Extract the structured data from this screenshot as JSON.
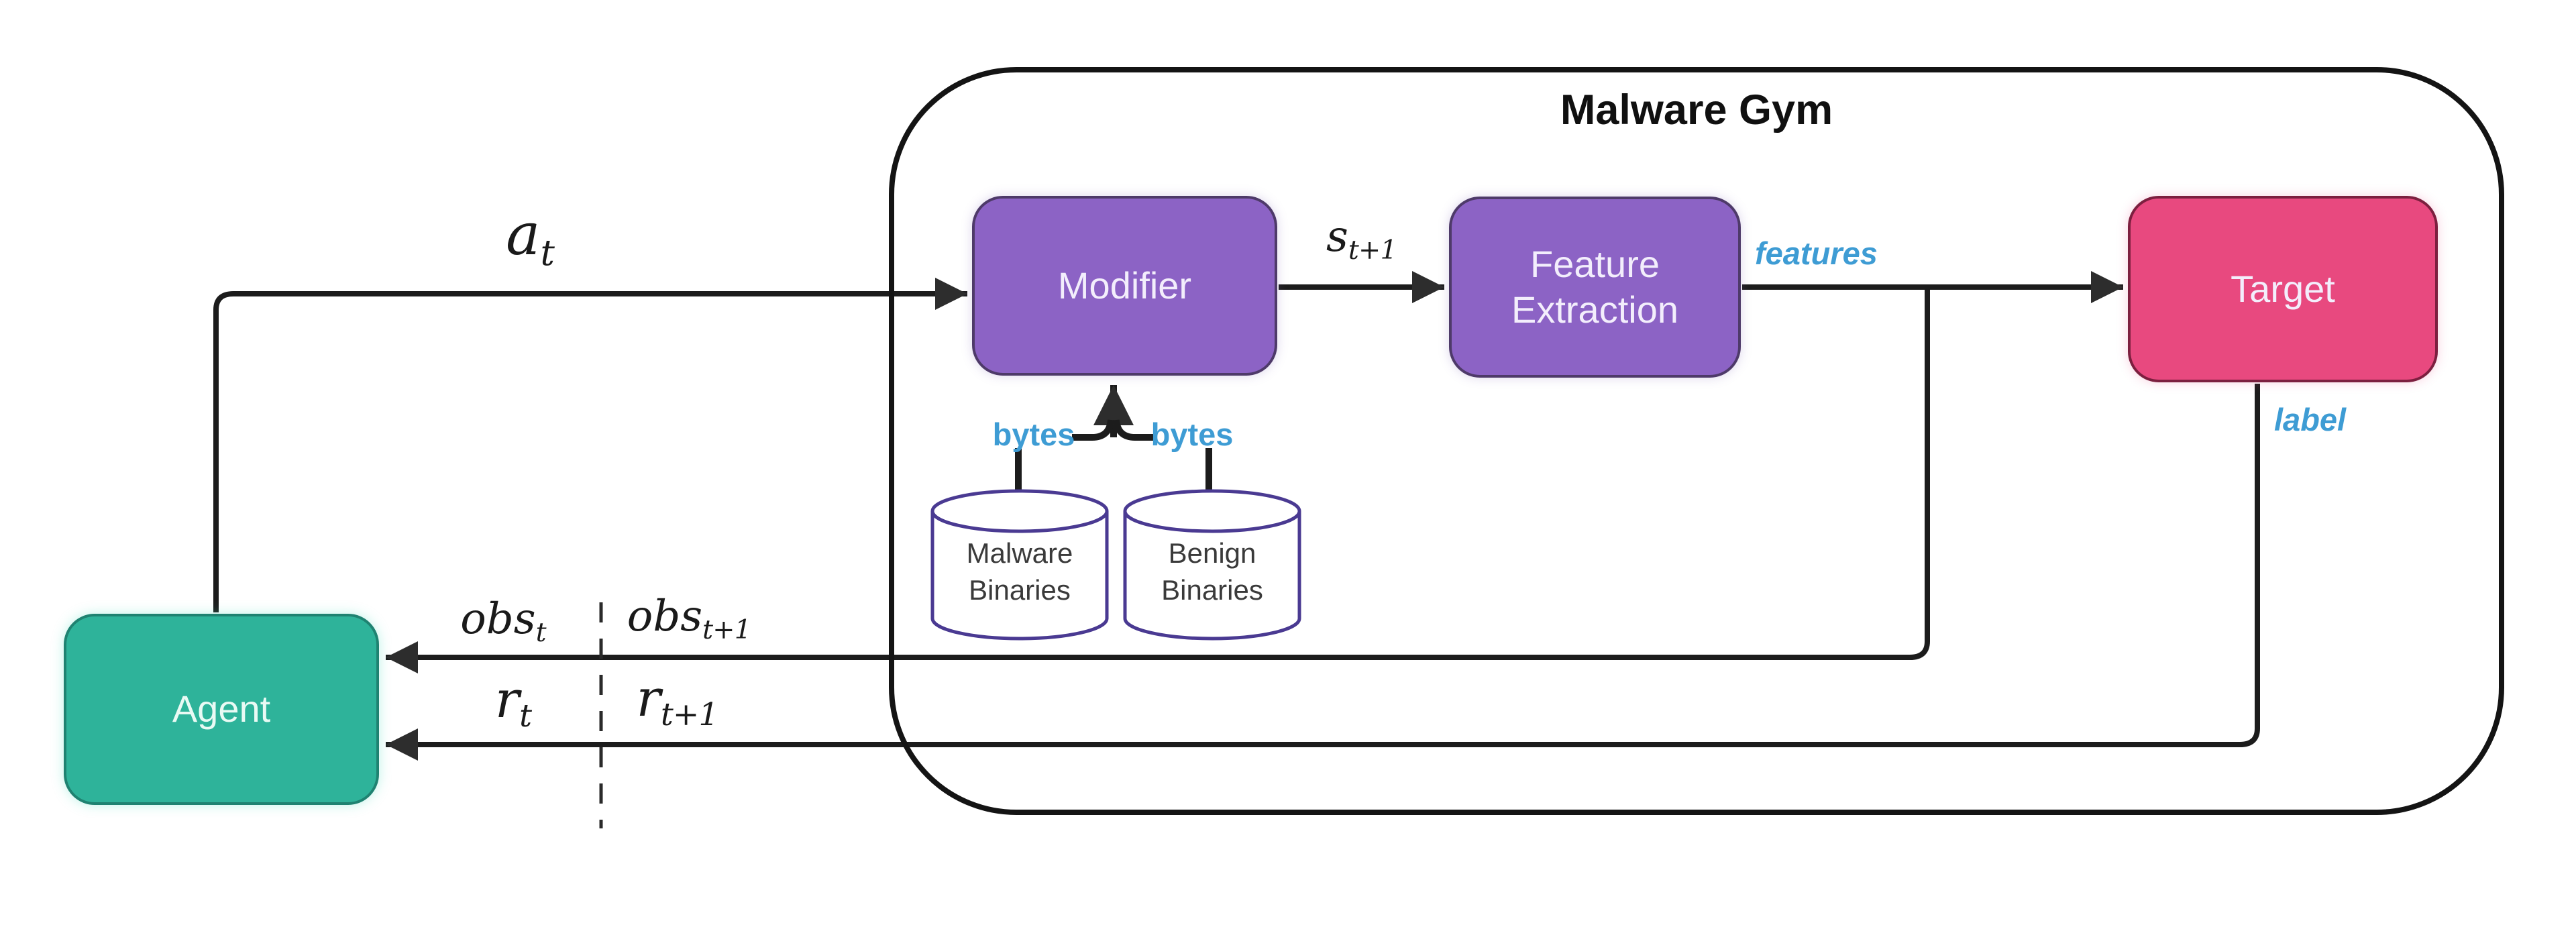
{
  "diagram": {
    "title": "Malware Gym",
    "nodes": {
      "agent": {
        "label": "Agent",
        "fill": "#2EB39A"
      },
      "modifier": {
        "label": "Modifier",
        "fill": "#8C63C5"
      },
      "feature_extraction": {
        "label": "Feature Extraction",
        "fill": "#8C63C5"
      },
      "target": {
        "label": "Target",
        "fill": "#E8497F"
      }
    },
    "datastores": {
      "malware_binaries": {
        "line1": "Malware",
        "line2": "Binaries"
      },
      "benign_binaries": {
        "line1": "Benign",
        "line2": "Binaries"
      }
    },
    "edge_labels": {
      "action": {
        "base": "a",
        "sub": "t"
      },
      "state": {
        "base": "s",
        "sub": "t+1"
      },
      "features": "features",
      "bytes_left": "bytes",
      "bytes_right": "bytes",
      "target_output": "label",
      "obs_current": {
        "base": "obs",
        "sub": "t"
      },
      "obs_next": {
        "base": "obs",
        "sub": "t+1"
      },
      "reward_current": {
        "base": "r",
        "sub": "t"
      },
      "reward_next": {
        "base": "r",
        "sub": "t+1"
      }
    },
    "colors": {
      "annotation_blue": "#3E9CD4",
      "node_purple": "#8C63C5",
      "node_pink": "#E8497F",
      "node_teal": "#2EB39A",
      "cylinder_stroke": "#4A3A92",
      "line_black": "#1C1C1C",
      "container_black": "#141414"
    }
  }
}
